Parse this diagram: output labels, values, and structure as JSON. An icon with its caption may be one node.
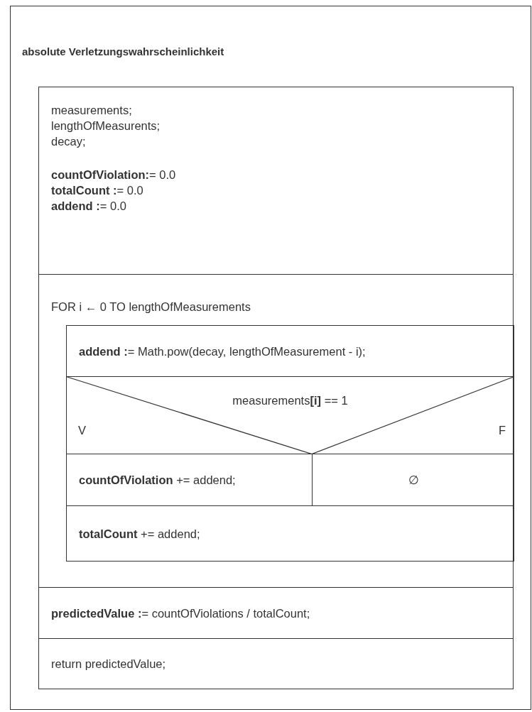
{
  "diagram": {
    "nodes": [
      {
        "text": [
          "absolute Verletzungswahrscheinlichkeit"
        ]
      },
      {
        "text": [
          "measurements;",
          "lengthOfMeasurents;",
          "decay;",
          "**countOfViolation:**= 0.0",
          "**totalCount :**= 0.0",
          "**addend :**= 0.0"
        ],
        "in": 0
      },
      {
        "text": [
          "FOR i ← 0 TO lengthOfMeasurements"
        ],
        "in": 0
      },
      {
        "text": [
          "**addend :**= Math.pow(decay, lengthOfMeasurement - i);"
        ],
        "in": 2
      },
      {
        "text": [
          "measurements**[i]** == 1",
          "V",
          "F"
        ],
        "in": 2
      },
      {
        "text": [
          "**countOfViolation** += addend;"
        ],
        "in": 2
      },
      {
        "text": [
          "∅"
        ],
        "in": 2
      },
      {
        "text": [
          "**totalCount** += addend;"
        ],
        "in": 2
      },
      {
        "text": [
          "**predictedValue :**= countOfViolations / totalCount;"
        ],
        "in": 0
      },
      {
        "text": [
          "return predictedValue;"
        ],
        "in": 0
      }
    ],
    "edges": []
  }
}
